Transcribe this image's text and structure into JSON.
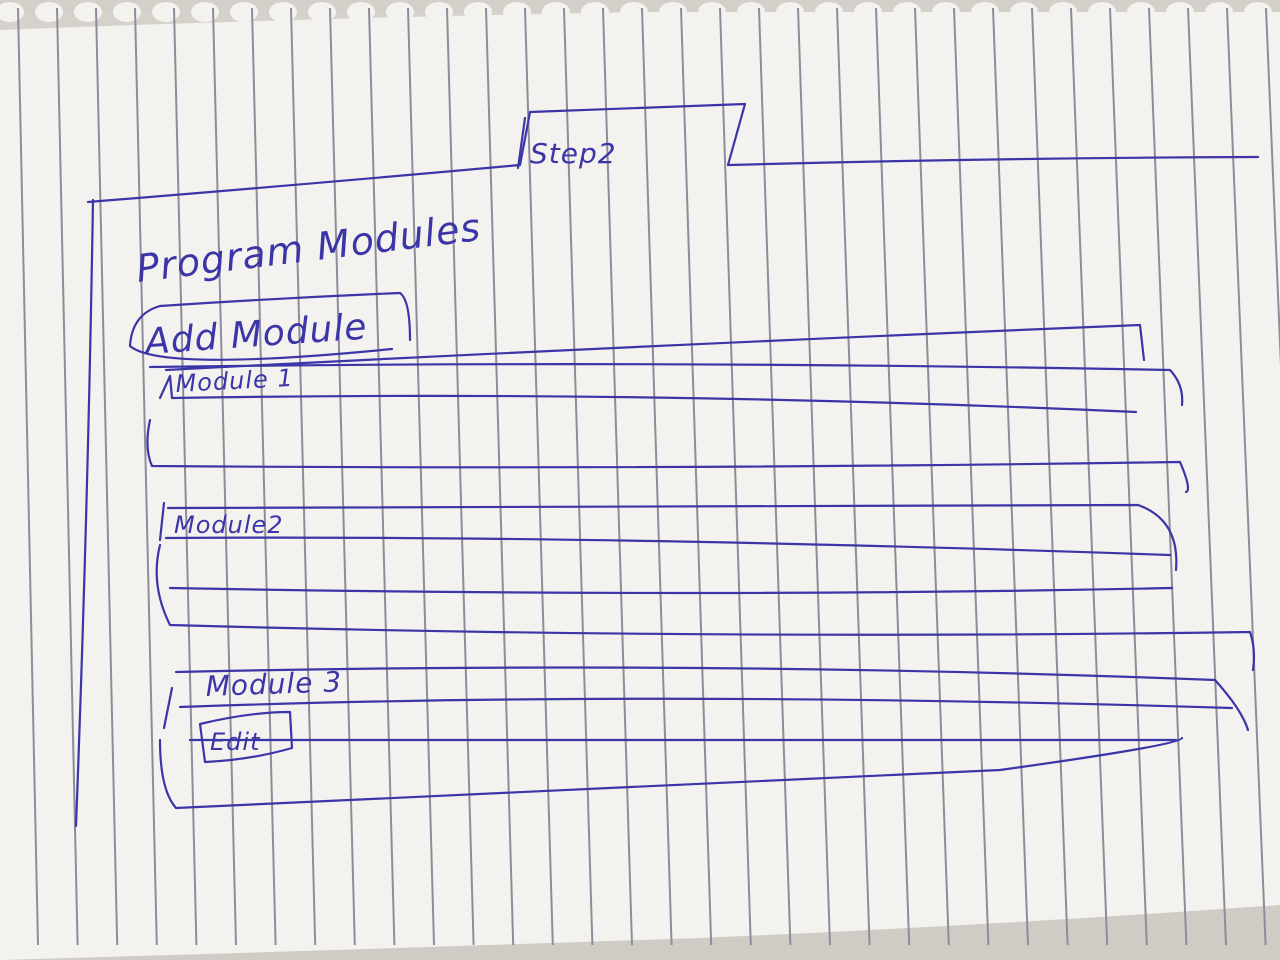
{
  "sketch": {
    "tab_label": "Step2",
    "page_title": "Program Modules",
    "add_button_label": "Add Module",
    "modules": [
      {
        "title": "Module 1"
      },
      {
        "title": "Module2"
      },
      {
        "title": "Module 3",
        "edit_label": "Edit"
      }
    ]
  },
  "colors": {
    "ink": "#3b35a8",
    "rule_line": "#8e8c9a",
    "paper": "#f3f2ef"
  }
}
